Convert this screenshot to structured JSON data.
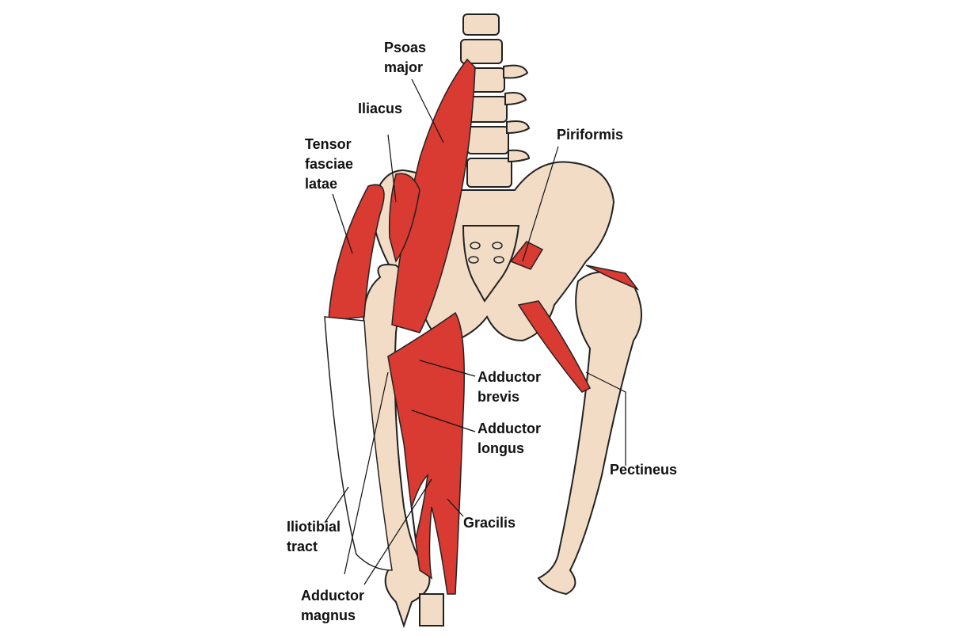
{
  "colors": {
    "muscle": "#d93a31",
    "bone": "#f3dcc6",
    "outline": "#222222",
    "background": "#ffffff"
  },
  "labels": {
    "psoas_major": [
      "Psoas",
      "major"
    ],
    "iliacus": [
      "Iliacus"
    ],
    "tensor_fasciae_latae": [
      "Tensor",
      "fasciae",
      "latae"
    ],
    "piriformis": [
      "Piriformis"
    ],
    "adductor_brevis": [
      "Adductor",
      "brevis"
    ],
    "adductor_longus": [
      "Adductor",
      "longus"
    ],
    "pectineus": [
      "Pectineus"
    ],
    "gracilis": [
      "Gracilis"
    ],
    "iliotibial_tract": [
      "Iliotibial",
      "tract"
    ],
    "adductor_magnus": [
      "Adductor",
      "magnus"
    ]
  }
}
